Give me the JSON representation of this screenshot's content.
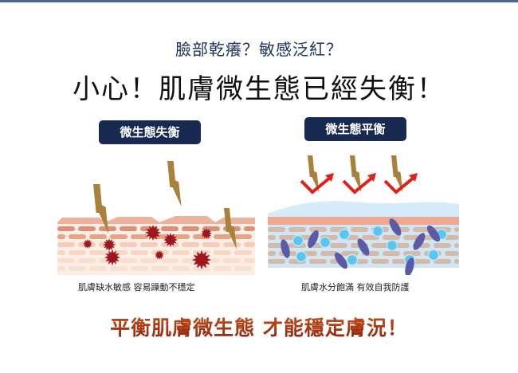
{
  "header": {
    "subtitle": "臉部乾癢？敏感泛紅？",
    "title": "小心！肌膚微生態已經失衡！"
  },
  "panels": [
    {
      "badge": "微生態失衡",
      "caption": "肌膚缺水敏感 容易躁動不穩定"
    },
    {
      "badge": "微生態平衡",
      "caption": "肌膚水分飽滿 有效自我防護"
    }
  ],
  "footer": {
    "slogan": "平衡肌膚微生態 才能穩定膚況！"
  },
  "colors": {
    "badge": "#182a52",
    "bacteria": "#a0161e",
    "bolt": "#a8823a",
    "arrow": "#e0201c",
    "slogan": "#b0360e"
  }
}
